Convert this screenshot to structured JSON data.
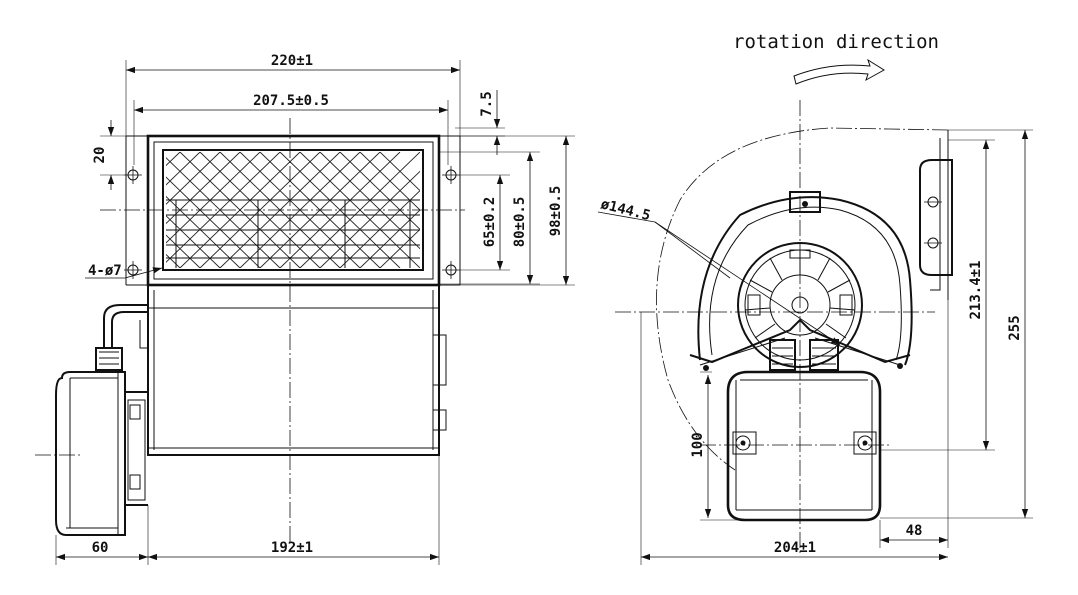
{
  "caption": "rotation direction",
  "dims": {
    "overall_width": "220±1",
    "inner_width": "207.5±0.5",
    "top_offset": "7.5",
    "hole_offset": "20",
    "h65": "65±0.2",
    "h80": "80±0.5",
    "h98": "98±0.5",
    "holes": "4-ø7",
    "motor_len": "60",
    "body_len": "192±1",
    "diameter": "ø144.5",
    "h213": "213.4±1",
    "h255": "255",
    "h100": "100",
    "w48": "48",
    "w204": "204±1"
  }
}
